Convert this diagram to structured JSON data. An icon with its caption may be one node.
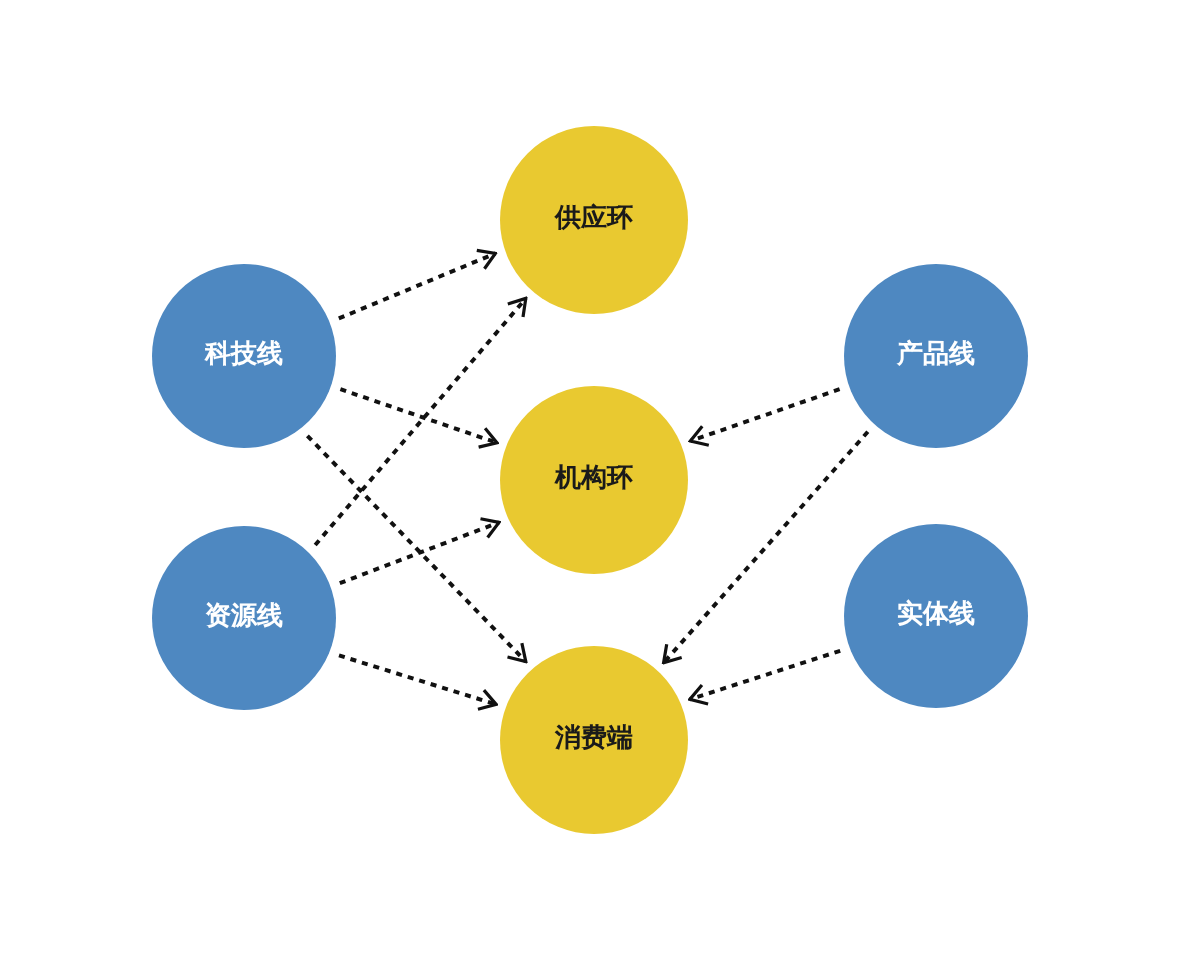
{
  "diagram": {
    "nodes": [
      {
        "text": [
          "供应环"
        ]
      },
      {
        "text": [
          "科技线"
        ]
      },
      {
        "text": [
          "产品线"
        ]
      },
      {
        "text": [
          "机构环"
        ]
      },
      {
        "text": [
          "资源线"
        ]
      },
      {
        "text": [
          "实体线"
        ]
      },
      {
        "text": [
          "消费端"
        ]
      }
    ],
    "edges": [
      {
        "from": 1,
        "to": 0,
        "arrow": "to",
        "style": "dashed"
      },
      {
        "from": 1,
        "to": 3,
        "arrow": "to",
        "style": "dashed"
      },
      {
        "from": 1,
        "to": 6,
        "arrow": "to",
        "style": "dashed"
      },
      {
        "from": 4,
        "to": 0,
        "arrow": "to",
        "style": "dashed"
      },
      {
        "from": 4,
        "to": 3,
        "arrow": "to",
        "style": "dashed"
      },
      {
        "from": 4,
        "to": 6,
        "arrow": "to",
        "style": "dashed"
      },
      {
        "from": 2,
        "to": 3,
        "arrow": "to",
        "style": "dashed"
      },
      {
        "from": 2,
        "to": 6,
        "arrow": "to",
        "style": "dashed"
      },
      {
        "from": 5,
        "to": 6,
        "arrow": "to",
        "style": "dashed"
      }
    ]
  }
}
